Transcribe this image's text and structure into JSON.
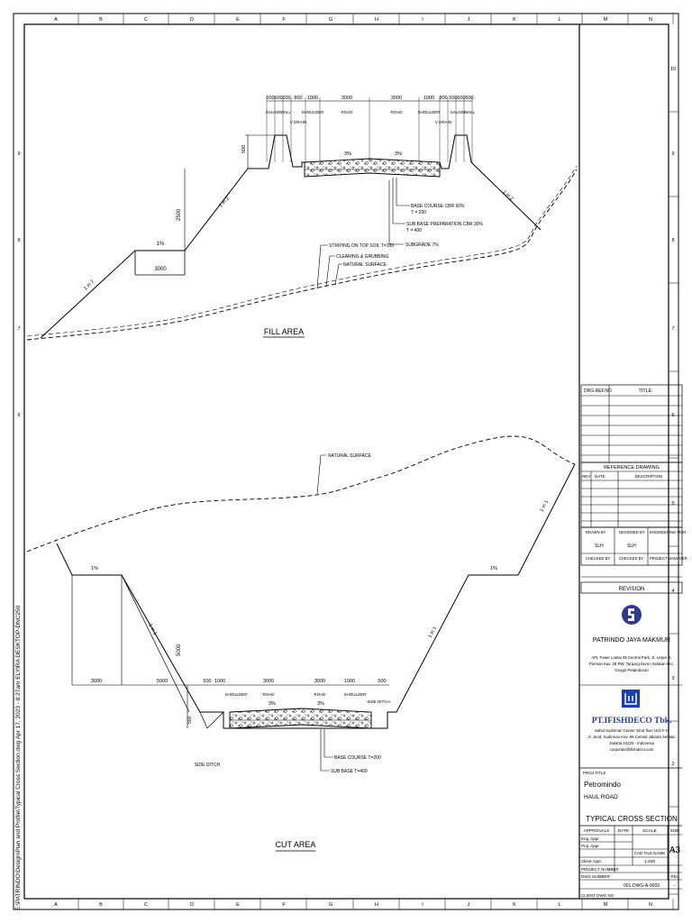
{
  "border": {
    "columns": [
      "A",
      "B",
      "C",
      "D",
      "E",
      "F",
      "G",
      "H",
      "I",
      "J",
      "K",
      "L",
      "M",
      "N"
    ],
    "rows_right": [
      "10",
      "9",
      "8",
      "7",
      "6",
      "5",
      "4",
      "3",
      "2",
      "1"
    ],
    "rows_left": [
      "9",
      "8",
      "7",
      "6"
    ],
    "side_text": "E:\\PATRINDO\\Design\\Plan and Profile\\Typical Cross Section.dwg  Apr 17, 2023 - 8:27am  ELYIRA DESKTOP-DNC250"
  },
  "fill_area": {
    "caption": "FILL AREA",
    "dims_top": [
      "500",
      "500",
      "500",
      "800",
      "1000",
      "3000",
      "3000",
      "1000",
      "800",
      "500",
      "500",
      "500"
    ],
    "labels_top": [
      "SALINO",
      "WALL",
      "SHOULDER",
      "ROAD",
      "ROAD",
      "SHOULDER",
      "SALINO",
      "WALL"
    ],
    "labels_drain": [
      "V DRAIN",
      "V DRAIN"
    ],
    "dim_500": "500",
    "dim_2500": "2500",
    "slope_left_upper": "1 in 2",
    "slope_left_lower": "1 in 2",
    "slope_right": "1 in 2",
    "bench_slope": "1%",
    "bench_width": "3000",
    "crossfall_left": "3%",
    "crossfall_right": "3%",
    "callouts": [
      {
        "line1": "BASE COURSE CBR 60%",
        "line2": "T = 200"
      },
      {
        "line1": "SUB BASE PREPARATION CBR 30%",
        "line2": "T = 400"
      },
      {
        "line1": "SUBGRADE 7%",
        "line2": ""
      }
    ],
    "ground_callouts": [
      "STRIPING ON TOP SOIL T=100",
      "CLEARING & GRUBBING",
      "NATURAL SURFACE"
    ]
  },
  "cut_area": {
    "caption": "CUT AREA",
    "natural_surface": "NATURAL SURFACE",
    "bench_slope_left": "1%",
    "bench_slope_right": "1%",
    "slope_left": "1 in 1",
    "slope_right": "1 in 1",
    "slope_top_right": "1 in 1",
    "dim_vertical": "5000",
    "dims_bottom": [
      "3000",
      "5000",
      "500",
      "1000",
      "3000",
      "3000",
      "1000",
      "500"
    ],
    "labels_bottom": [
      "SHOULDER",
      "ROAD",
      "ROAD",
      "SHOULDER",
      "SIDE DITCH"
    ],
    "dim_ditch": "500",
    "crossfall_left": "3%",
    "crossfall_right": "3%",
    "side_ditch": "SIDE DITCH",
    "callouts": [
      {
        "line1": "BASE COURSE T=200"
      },
      {
        "line1": "SUB BASE T=400"
      }
    ]
  },
  "titleblock": {
    "drg_ref_no": "DRG.REF.NO",
    "title": "TITLE",
    "reference_drawing": "REFERENCE DRAWING",
    "rev": "REV",
    "date": "DATE",
    "description": "DESCRIPTION",
    "drawn_by": "DRAWN BY",
    "designed_by": "DESIGNED BY",
    "engineering_mgr": "ENGINEERING MGR",
    "drawn_name": "SLH",
    "designed_name": "SLH",
    "checked_by": "CHECKED BY",
    "checked_by2": "CHECKED BY",
    "project_manager": "PROJECT MANAGER",
    "revision": "REVISION",
    "company1": {
      "name": "PATRINDO JAYA MAKMUR",
      "addr1": "APL Tower Lantai 35 Central Park, Jl. Letjen S.",
      "addr2": "Parman Kav. 28 RW. Tanjung Duren Selatan Kec.",
      "addr3": "Grogol Petamburan"
    },
    "company2": {
      "name": "PT.IFISHDECO Tbk.",
      "addr1": "Sahid Sudirman Center 42nd floor Unit F-H",
      "addr2": "Jl. Jend. Sudirman Kav. 86 Central Jakarta Selatan",
      "addr3": "Jakarta 10220 - Indonesia",
      "addr4": "corporate@ifishdeco.com"
    },
    "proj_title_label": "PROJ.TITLE",
    "project": "Petromindo",
    "subproject": "HAUL ROAD",
    "drawing_title": "TYPICAL CROSS SECTION",
    "approvals": "APPROVALS",
    "date_col": "DATE",
    "scale": "SCALE",
    "size": "SIZE",
    "eng_appr": "Eng. Appr.",
    "proj_appr": "Proj. Appr.",
    "client_appr": "Client Appr.",
    "cad_file_name": "CAD FILE NAME",
    "scale_value": "1:200",
    "size_value": "A3",
    "project_number": "PROJECT NUMBER",
    "rev2": "REV",
    "dwg_number": "DWG NUMBER",
    "dwg_value": "001-DWG-A-0003",
    "client_dwg": "CLIENT DWG NO",
    "rev_value": "-"
  }
}
